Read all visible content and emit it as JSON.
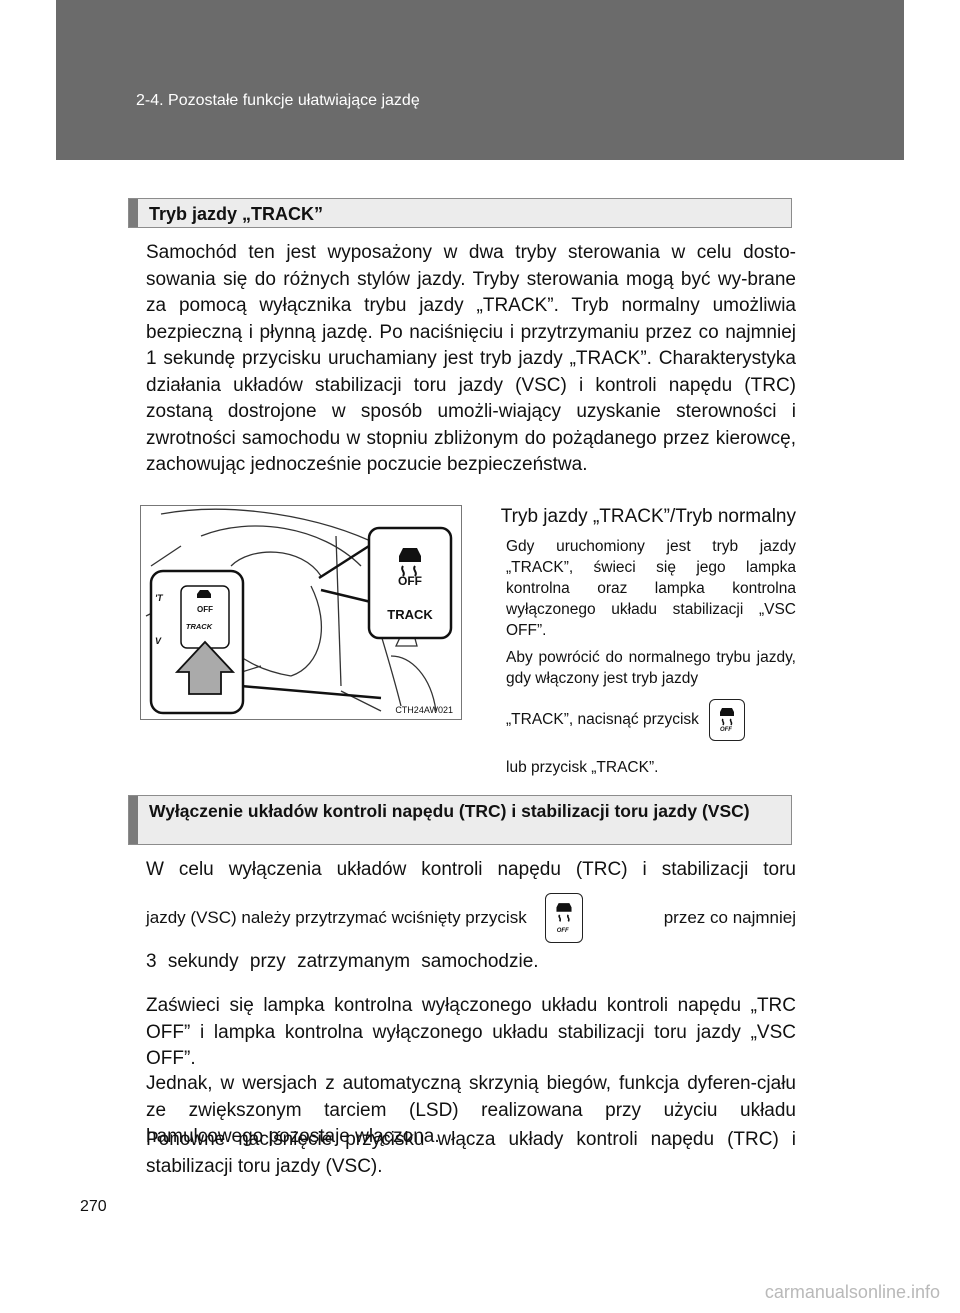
{
  "header": {
    "title": "2-4. Pozostałe funkcje ułatwiające jazdę"
  },
  "section1": {
    "title": "Tryb jazdy „TRACK”",
    "paragraph": "Samochód ten jest wyposażony w dwa tryby sterowania w celu dosto-sowania się do różnych stylów jazdy. Tryby sterowania mogą być wy-brane za pomocą wyłącznika trybu jazdy „TRACK”. Tryb normalny umożliwia bezpieczną i płynną jazdę. Po naciśnięciu i przytrzymaniu przez co najmniej 1 sekundę przycisku uruchamiany jest tryb jazdy „TRACK”. Charakterystyka działania układów stabilizacji toru jazdy (VSC) i kontroli napędu (TRC) zostaną dostrojone w sposób umożli-wiający uzyskanie sterowności i zwrotności samochodu w stopniu zbliżonym do pożądanego przez kierowcę, zachowując jednocześnie poczucie bezpieczeństwa.",
    "subheading": "Tryb jazdy „TRACK”/Tryb normalny",
    "note1": "Gdy uruchomiony jest tryb jazdy „TRACK”, świeci się jego lampka kontrolna oraz lampka kontrolna wyłączonego układu stabilizacji „VSC OFF”.",
    "note2_a": "Aby powrócić do normalnego trybu jazdy, gdy włączony jest tryb jazdy",
    "note2_b": "„TRACK”, nacisnąć przycisk",
    "note2_c": "lub przycisk „TRACK”."
  },
  "illustration": {
    "label_off": "OFF",
    "label_track": "TRACK",
    "small_off": "OFF",
    "small_track": "TRACK",
    "code": "CTH24AW021",
    "side_t": "'T",
    "side_v": "V"
  },
  "section2": {
    "title": "Wyłączenie układów kontroli napędu (TRC) i stabilizacji toru jazdy (VSC)",
    "p1_line1": "W celu wyłączenia układów kontroli napędu (TRC) i stabilizacji toru",
    "p1_before": "jazdy (VSC) należy przytrzymać wciśnięty przycisk",
    "p1_after": "przez co najmniej",
    "p1_line3": "3 sekundy przy zatrzymanym samochodzie.",
    "p2": "Zaświeci się lampka kontrolna wyłączonego układu kontroli napędu „TRC OFF” i lampka kontrolna wyłączonego układu stabilizacji toru jazdy „VSC OFF”.",
    "p3": "Jednak, w wersjach z automatyczną skrzynią biegów, funkcja dyferen-cjału ze zwiększonym tarciem (LSD) realizowana przy użyciu układu hamulcowego pozostaje włączona.",
    "p4": "Ponowne naciśnięcie przycisku włącza układy kontroli napędu (TRC) i stabilizacji toru jazdy (VSC)."
  },
  "icons": {
    "vsc_off_button": "vsc-off-icon",
    "off_text": "OFF"
  },
  "page_number": "270",
  "watermark": "carmanualsonline.info",
  "colors": {
    "header_bg": "#6b6b6b",
    "box_bg": "#ececec",
    "box_bar": "#7a7a7a"
  }
}
